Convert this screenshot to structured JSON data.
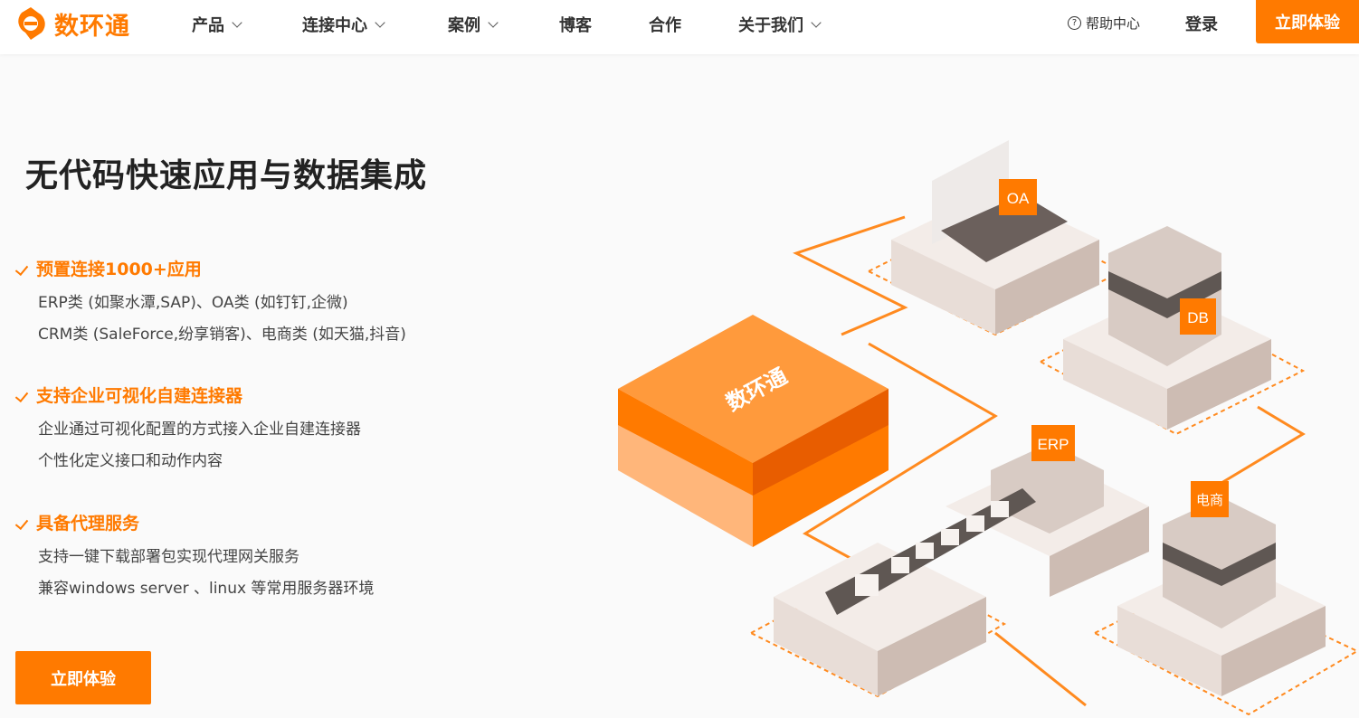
{
  "brand": {
    "name": "数环通",
    "color": "#ff7a00"
  },
  "nav": {
    "items": [
      {
        "label": "产品",
        "dropdown": true
      },
      {
        "label": "连接中心",
        "dropdown": true
      },
      {
        "label": "案例",
        "dropdown": true
      },
      {
        "label": "博客",
        "dropdown": false
      },
      {
        "label": "合作",
        "dropdown": false
      },
      {
        "label": "关于我们",
        "dropdown": true
      }
    ],
    "help": "帮助中心",
    "login": "登录",
    "cta": "立即体验"
  },
  "hero": {
    "title": "无代码快速应用与数据集成",
    "features": [
      {
        "title": "预置连接1000+应用",
        "lines": [
          "ERP类 (如聚水潭,SAP)、OA类 (如钉钉,企微)",
          "CRM类 (SaleForce,纷享销客)、电商类 (如天猫,抖音)"
        ]
      },
      {
        "title": "支持企业可视化自建连接器",
        "lines": [
          "企业通过可视化配置的方式接入企业自建连接器",
          "个性化定义接口和动作内容"
        ]
      },
      {
        "title": "具备代理服务",
        "lines": [
          "支持一键下载部署包实现代理网关服务",
          "兼容windows server 、linux 等常用服务器环境"
        ]
      }
    ],
    "cta": "立即体验"
  },
  "illustration": {
    "hub": "数环通",
    "tags": [
      "OA",
      "DB",
      "ERP",
      "电商"
    ]
  }
}
